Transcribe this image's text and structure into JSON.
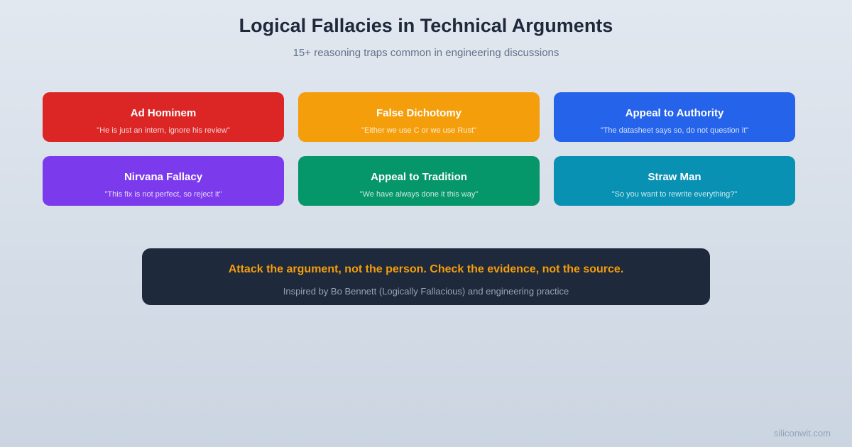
{
  "header": {
    "title": "Logical Fallacies in Technical Arguments",
    "subtitle": "15+ reasoning traps common in engineering discussions"
  },
  "fallacies": [
    {
      "name": "Ad Hominem",
      "quote": "\"He is just an intern, ignore his review\"",
      "color": "#dc2626"
    },
    {
      "name": "False Dichotomy",
      "quote": "\"Either we use C or we use Rust\"",
      "color": "#f59e0b"
    },
    {
      "name": "Appeal to Authority",
      "quote": "\"The datasheet says so, do not question it\"",
      "color": "#2563eb"
    },
    {
      "name": "Nirvana Fallacy",
      "quote": "\"This fix is not perfect, so reject it\"",
      "color": "#7c3aed"
    },
    {
      "name": "Appeal to Tradition",
      "quote": "\"We have always done it this way\"",
      "color": "#059669"
    },
    {
      "name": "Straw Man",
      "quote": "\"So you want to rewrite everything?\"",
      "color": "#0891b2"
    }
  ],
  "banner": {
    "main": "Attack the argument, not the person. Check the evidence, not the source.",
    "sub": "Inspired by Bo Bennett (Logically Fallacious) and engineering practice",
    "background": "#1e293b",
    "accent": "#f59e0b"
  },
  "footer": {
    "brand": "siliconwit.com"
  }
}
